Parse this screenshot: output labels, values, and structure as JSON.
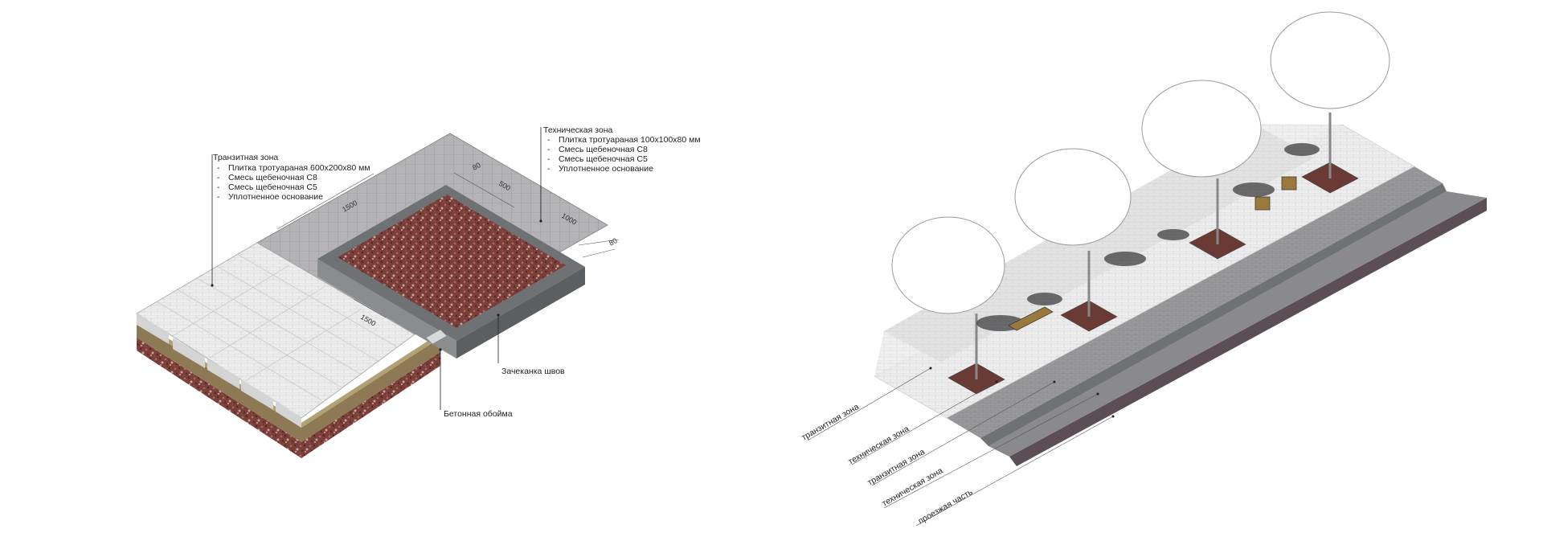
{
  "left_diagram": {
    "transit_zone": {
      "title": "Транзитная зона",
      "items": [
        "Плитка тротуараная 600х200х80 мм",
        "Смесь щебеночная С8",
        "Смесь щебеночная С5",
        "Уплотненное основание"
      ]
    },
    "technical_zone": {
      "title": "Техническая зона",
      "items": [
        "Плитка тротуараная 100х100х80 мм",
        "Смесь щебеночная С8",
        "Смесь щебеночная С5",
        "Уплотненное основание"
      ]
    },
    "joint_label": "Зачеканка швов",
    "concrete_label": "Бетонная обойма",
    "dimensions": {
      "d1500_top": "1500",
      "d80_top": "80",
      "d500": "500",
      "d1000": "1000",
      "d80_right": "80",
      "d1500_bottom": "1500"
    },
    "bullet": "-"
  },
  "right_diagram": {
    "zones": [
      "транзитная зона",
      "техническая зона",
      "транзитная зона",
      "техническая зона",
      "проезжая часть"
    ]
  },
  "colors": {
    "gravel": "#7a3f38",
    "paving_light": "#ececec",
    "paving_grey": "#b4b4b6",
    "curb": "#6f7275",
    "road": "#8a8a8c",
    "road_side": "#5b4f55",
    "bench_wood": "#9a7a3c",
    "tree_pit": "#6a3a34"
  }
}
